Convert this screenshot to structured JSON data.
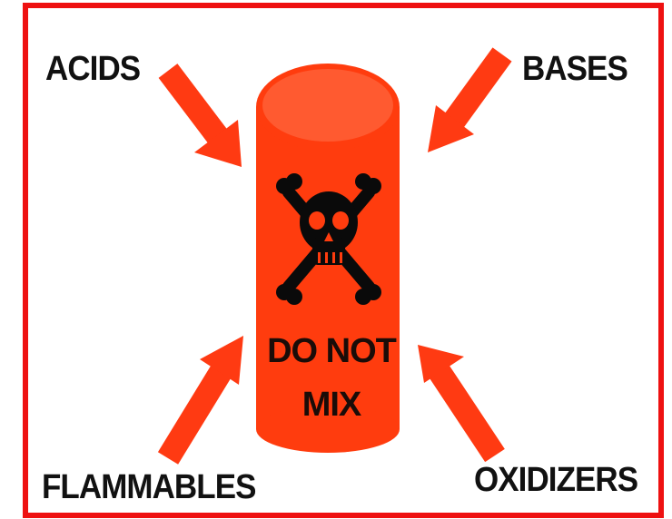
{
  "labels": {
    "acids": "ACIDS",
    "bases": "BASES",
    "flammables": "FLAMMABLES",
    "oxidizers": "OXIDIZERS"
  },
  "container": {
    "line1": "DO NOT",
    "line2": "MIX",
    "symbol": "skull-and-crossbones-icon"
  },
  "colors": {
    "border": "#ee1111",
    "arrow": "#ff3a12",
    "can_body": "#ff3c0e",
    "can_top": "#ff5a30",
    "text": "#111111"
  }
}
